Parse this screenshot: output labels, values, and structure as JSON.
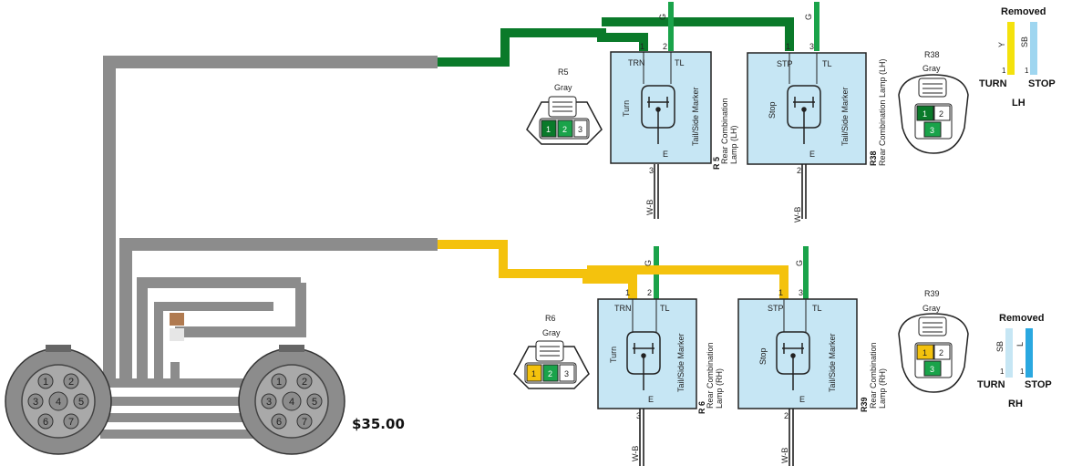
{
  "price": "$35.00",
  "colors": {
    "harness_gray": "#8c8c8c",
    "green": "#0a7a2a",
    "bright_green": "#1aa34a",
    "yellow": "#f4c20d",
    "light_blue": "#c6e6f4",
    "sky_blue": "#9fd6f0",
    "brown": "#b07a50"
  },
  "lamps": {
    "r5": {
      "pin_left": "1",
      "pin_right": "2",
      "pin_bottom": "3",
      "term_left": "TRN",
      "term_right": "TL",
      "term_bottom": "E",
      "function": "Turn",
      "marker": "Tail/Side Marker",
      "id": "R 5",
      "desc1": "Rear Combination",
      "desc2": "Lamp (LH)",
      "wire_top": "G",
      "wire_bottom": "W-B"
    },
    "r38": {
      "pin_left": "1",
      "pin_right": "3",
      "pin_bottom": "2",
      "term_left": "STP",
      "term_right": "TL",
      "term_bottom": "E",
      "function": "Stop",
      "marker": "Tail/Side Marker",
      "id": "R38",
      "desc1": "Rear Combination Lamp (LH)",
      "wire_top": "G",
      "wire_bottom": "W-B"
    },
    "r6": {
      "pin_left": "1",
      "pin_right": "2",
      "pin_bottom": "3",
      "term_left": "TRN",
      "term_right": "TL",
      "term_bottom": "E",
      "function": "Turn",
      "marker": "Tail/Side Marker",
      "id": "R 6",
      "desc1": "Rear Combination",
      "desc2": "Lamp (RH)",
      "wire_top": "G",
      "wire_bottom": "W-B"
    },
    "r39": {
      "pin_left": "1",
      "pin_right": "3",
      "pin_bottom": "2",
      "term_left": "STP",
      "term_right": "TL",
      "term_bottom": "E",
      "function": "Stop",
      "marker": "Tail/Side Marker",
      "id": "R39",
      "desc1": "Rear Combination",
      "desc2": "Lamp (RH)",
      "wire_top": "G",
      "wire_bottom": "W-B"
    }
  },
  "connectors": {
    "r5": {
      "name": "R5",
      "color": "Gray",
      "pins": [
        "1",
        "2",
        "3"
      ]
    },
    "r6": {
      "name": "R6",
      "color": "Gray",
      "pins": [
        "1",
        "2",
        "3"
      ]
    },
    "r38": {
      "name": "R38",
      "color": "Gray",
      "pins": [
        "1",
        "2",
        "3"
      ]
    },
    "r39": {
      "name": "R39",
      "color": "Gray",
      "pins": [
        "1",
        "2",
        "3"
      ]
    }
  },
  "trailer_plugs": {
    "left": [
      "1",
      "2",
      "3",
      "4",
      "5",
      "6",
      "7"
    ],
    "right": [
      "1",
      "2",
      "3",
      "4",
      "5",
      "6",
      "7"
    ]
  },
  "legend_lh": {
    "removed": "Removed",
    "wire1": "Y",
    "wire2": "SB",
    "pin1": "1",
    "pin2": "1",
    "turn": "TURN",
    "stop": "STOP",
    "side": "LH"
  },
  "legend_rh": {
    "removed": "Removed",
    "wire1": "SB",
    "wire2": "L",
    "pin1": "1",
    "pin2": "1",
    "turn": "TURN",
    "stop": "STOP",
    "side": "RH"
  }
}
